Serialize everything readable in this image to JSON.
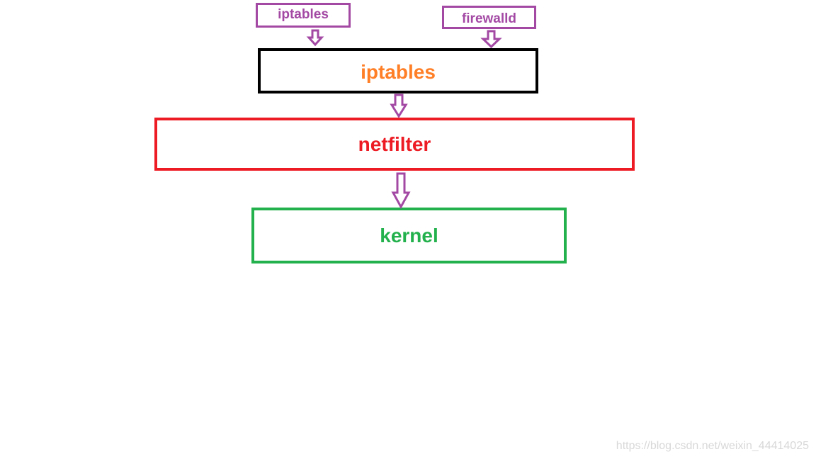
{
  "diagram": {
    "nodes": {
      "iptables_tool": "iptables",
      "firewalld_tool": "firewalld",
      "iptables_main": "iptables",
      "netfilter": "netfilter",
      "kernel": "kernel"
    },
    "edges": [
      {
        "from": "iptables_tool",
        "to": "iptables_main"
      },
      {
        "from": "firewalld_tool",
        "to": "iptables_main"
      },
      {
        "from": "iptables_main",
        "to": "netfilter"
      },
      {
        "from": "netfilter",
        "to": "kernel"
      }
    ],
    "colors": {
      "tool": "#a349a4",
      "iptables_text": "#ff7f27",
      "iptables_border": "#000000",
      "netfilter": "#ed1c24",
      "kernel": "#22b14c",
      "arrow": "#a349a4"
    }
  },
  "watermark": "https://blog.csdn.net/weixin_44414025"
}
